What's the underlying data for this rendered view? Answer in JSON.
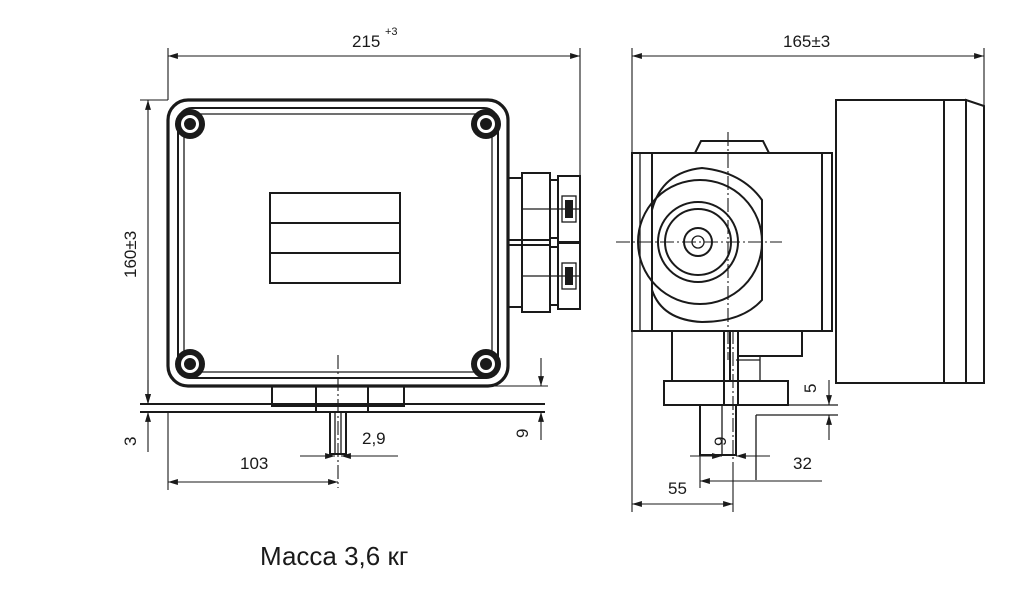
{
  "dimensions": {
    "front_width": "215",
    "front_width_tolerance": "+3",
    "side_width": "165±3",
    "height": "160±3",
    "base_thickness": "3",
    "slot_width": "2,9",
    "mount_offset": "103",
    "base_height_front": "9",
    "side_step": "5",
    "side_slot": "9",
    "side_mount": "32",
    "side_depth": "55"
  },
  "mass_label": "Масса 3,6 кг",
  "colors": {
    "line": "#1a1a1a",
    "background": "#ffffff"
  }
}
